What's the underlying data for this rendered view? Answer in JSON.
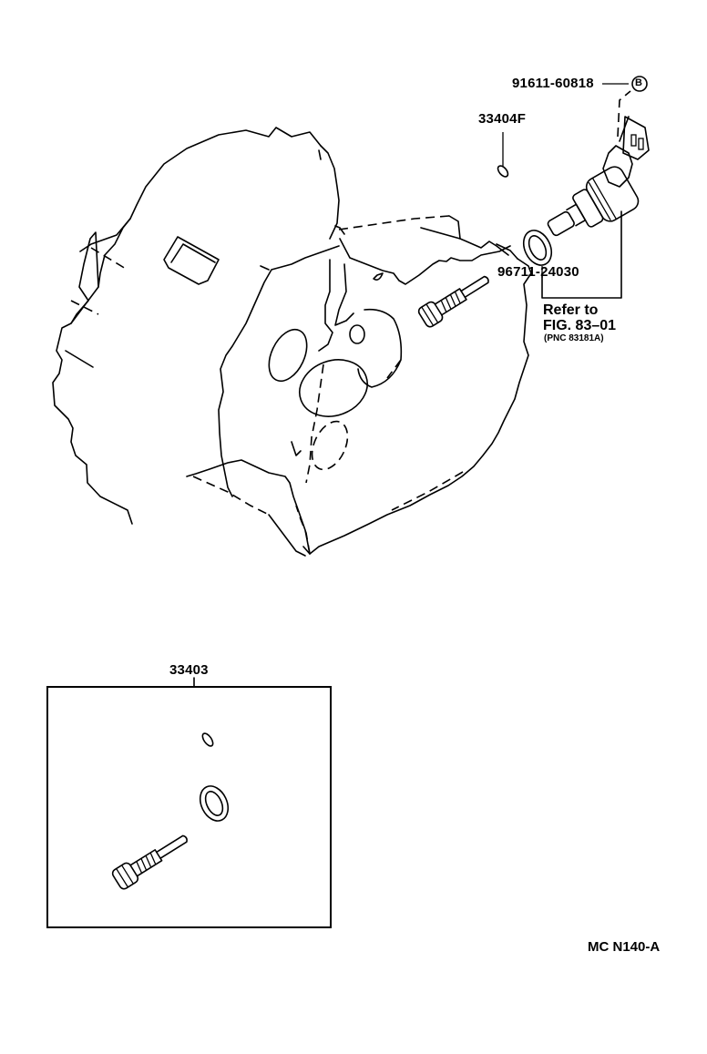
{
  "diagram": {
    "type": "exploded-parts-diagram",
    "subject": "Transmission case with speed sensor / driven gear",
    "callouts": [
      {
        "id": "bolt",
        "part_number": "91611-60818",
        "marker": "B"
      },
      {
        "id": "clip",
        "part_number": "33404F"
      },
      {
        "id": "oring",
        "part_number": "96711-24030"
      },
      {
        "id": "kit",
        "part_number": "33403"
      }
    ],
    "reference": {
      "line1": "Refer to",
      "line2": "FIG. 83–01",
      "line3": "(PNC 83181A)"
    },
    "figure_code": "MC N140-A",
    "kit_contents": [
      "clip",
      "o-ring",
      "driven-gear"
    ]
  }
}
